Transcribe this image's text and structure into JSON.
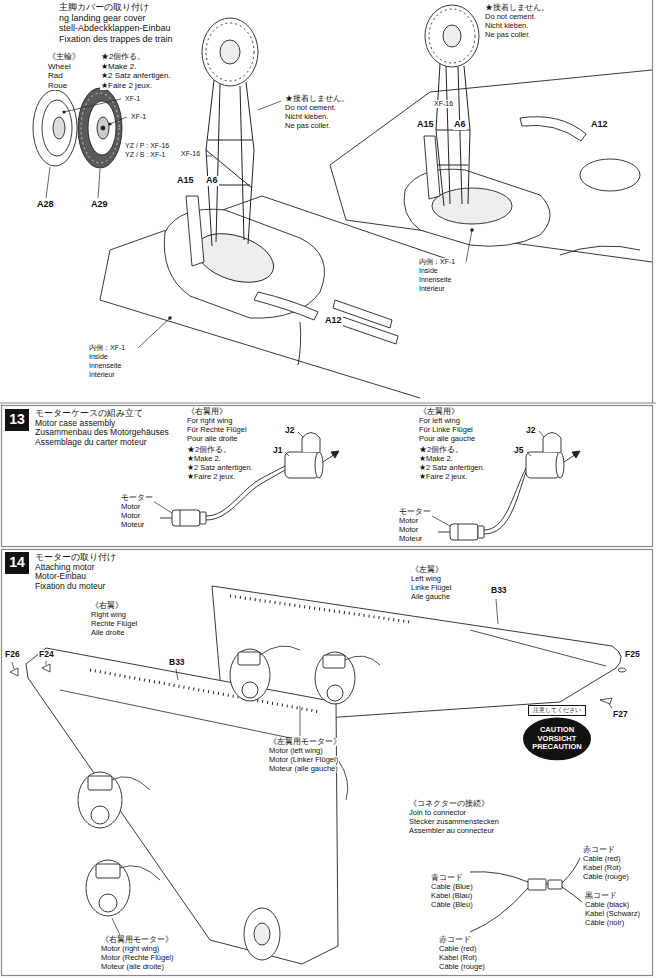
{
  "diagram": {
    "nodes": [
      {
        "text": [
          "13"
        ]
      },
      {
        "text": [
          "14"
        ]
      },
      {
        "text": [
          "注意してください",
          "CAUTION VORSICHT PRECAUTION"
        ]
      }
    ],
    "labels": [
      "主脚カバーの取り付け",
      "ng landing gear cover",
      "stell-Abdeckklappen-Einbau",
      "Fixation des trappes de train",
      "《主輪》",
      "Wheel",
      "Rad",
      "Roue",
      "★2個作る。",
      "★Make 2.",
      "★2 Satz anfertigen.",
      "★Faire 2 jeux.",
      "XF-1",
      "XF-1",
      "YZ / P : XF-16",
      "YZ / S : XF-1",
      "A28",
      "A29",
      "★接着しません。",
      "Do not cement.",
      "Nicht kleben.",
      "Ne pas coller.",
      "XF-16",
      "A15",
      "A6",
      "A12",
      "内側：XF-1",
      "Inside",
      "Innenseite",
      "Intérieur",
      "★接着しません。",
      "Do not cement.",
      "Nicht kleben.",
      "Ne pas coller.",
      "XF-16",
      "A15",
      "A6",
      "A12",
      "内側：XF-1",
      "Inside",
      "Innenseite",
      "Intérieur",
      "モーターケースの組み立て",
      "Motor case assembly",
      "Zusammenbau des Motorgehäuses",
      "Assemblage du carter moteur",
      "《右翼用》",
      "For right wing",
      "Für Rechte Flügel",
      "Pour aile droite",
      "★2個作る。",
      "★Make 2.",
      "★2 Satz anfertigen.",
      "★Faire 2 jeux.",
      "J2",
      "J1",
      "モーター",
      "Motor",
      "Motor",
      "Moteur",
      "《左翼用》",
      "For left wing",
      "Für Linke Flügel",
      "Pour aile gauche",
      "★2個作る。",
      "★Make 2.",
      "★2 Satz anfertigen.",
      "★Faire 2 jeux.",
      "J2",
      "J5",
      "モーター",
      "Motor",
      "Motor",
      "Moteur",
      "モーターの取り付け",
      "Attaching motor",
      "Motor-Einbau",
      "Fixation du moteur",
      "《左翼》",
      "Left wing",
      "Linke Flügel",
      "Aile gauche",
      "B33",
      "F25",
      "F27",
      "F26",
      "F24",
      "《右翼》",
      "Right wing",
      "Rechte Flügel",
      "Aile droite",
      "B33",
      "《左翼用モーター》",
      "Motor (left wing)",
      "Motor (Linker Flügel)",
      "Moteur (aile gauche)",
      "《コネクターの接続》",
      "Join to connector",
      "Stecker zusammenstecken",
      "Assembler au connecteur",
      "赤コード",
      "Cable (red)",
      "Kabel (Rot)",
      "Câble (rouge)",
      "青コード",
      "Cable (Blue)",
      "Kabel (Blau)",
      "Câble (Bleu)",
      "黒コード",
      "Cable (black)",
      "Kabel (Schwarz)",
      "Câble (noir)",
      "赤コード",
      "Cable (red)",
      "Kabel (Rot)",
      "Câble (rouge)",
      "《右翼用モーター》",
      "Motor (right wing)",
      "Motor (Rechte Flügel)",
      "Moteur (aile droite)"
    ]
  }
}
